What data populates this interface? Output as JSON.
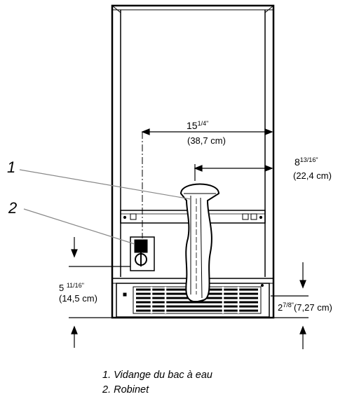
{
  "callouts": {
    "one": "1",
    "two": "2"
  },
  "dimensions": {
    "width_total": {
      "whole": "15",
      "frac": "1/4",
      "unit": "\"",
      "metric": "(38,7 cm)"
    },
    "width_drain": {
      "whole": "8",
      "frac": "13/16",
      "unit": "\"",
      "metric": "(22,4 cm)"
    },
    "height_valve": {
      "whole": "5 ",
      "frac": "11/16",
      "unit": "\"",
      "metric": "(14,5 cm)"
    },
    "height_drain": {
      "whole": "2",
      "frac": "7/8",
      "unit": "\"",
      "metric": "(7,27 cm)"
    }
  },
  "legend": [
    "1. Vidange du bac à eau",
    "2. Robinet"
  ]
}
